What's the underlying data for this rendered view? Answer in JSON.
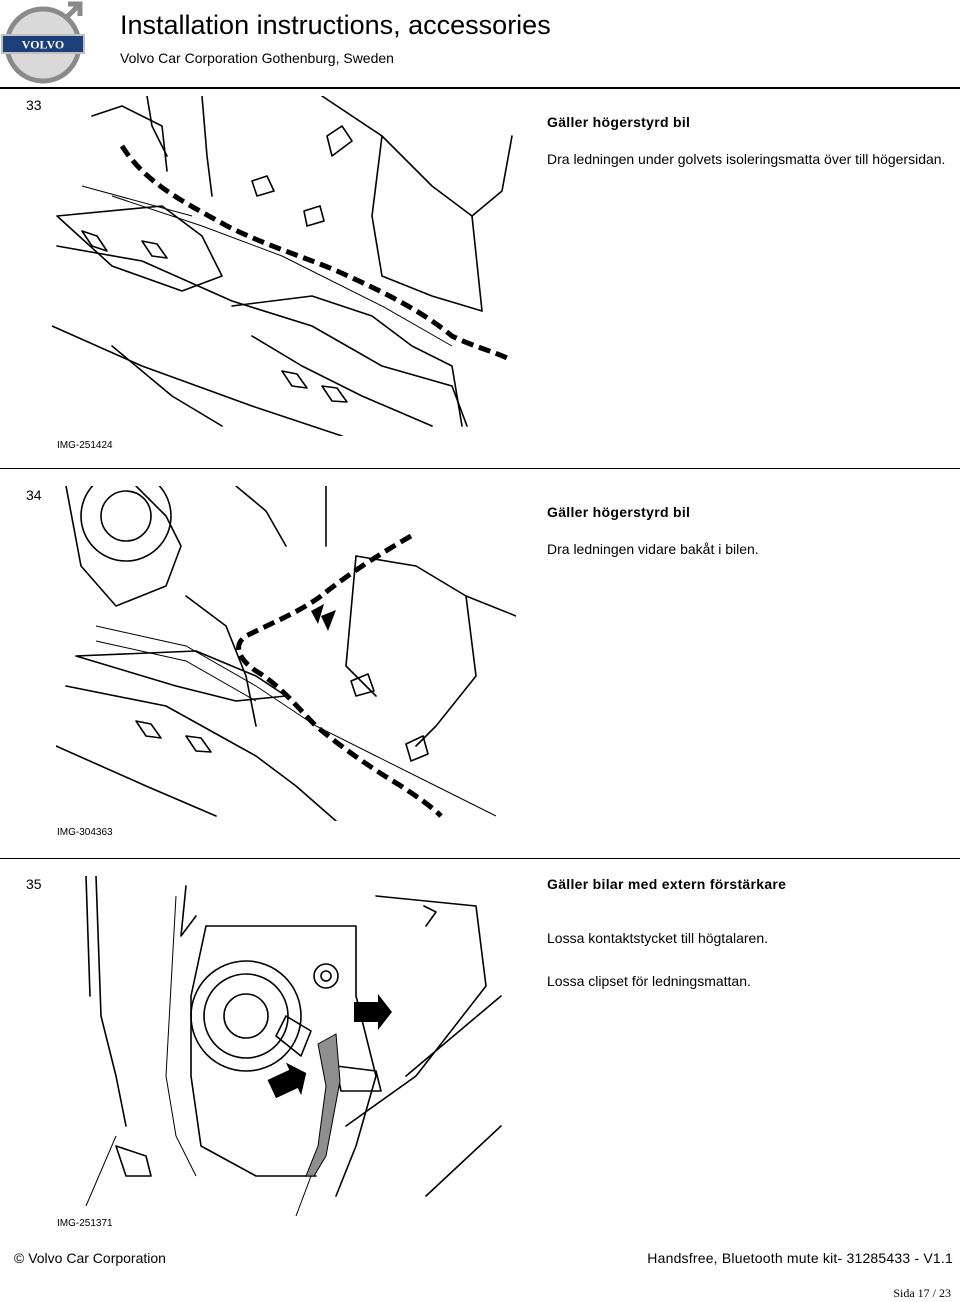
{
  "header": {
    "title": "Installation instructions, accessories",
    "subtitle": "Volvo Car Corporation Gothenburg, Sweden",
    "logo_text": "VOLVO"
  },
  "steps": [
    {
      "number": "33",
      "title": "Gäller högerstyrd bil",
      "lines": [
        "Dra ledningen under golvets isoleringsmatta över till högersidan."
      ],
      "image_id": "IMG-251424"
    },
    {
      "number": "34",
      "title": "Gäller högerstyrd bil",
      "lines": [
        "Dra ledningen vidare bakåt i bilen."
      ],
      "image_id": "IMG-304363"
    },
    {
      "number": "35",
      "title": "Gäller bilar med extern förstärkare",
      "lines": [
        "Lossa kontaktstycket till högtalaren.",
        "Lossa clipset för ledningsmattan."
      ],
      "image_id": "IMG-251371"
    }
  ],
  "footer": {
    "left": "© Volvo Car Corporation",
    "right": "Handsfree, Bluetooth mute kit- 31285433 - V1.1",
    "page": "Sida 17 / 23"
  }
}
